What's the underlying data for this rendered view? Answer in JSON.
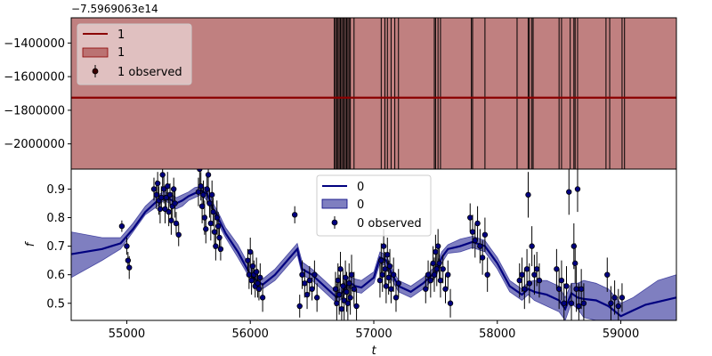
{
  "chart_data": [
    {
      "type": "line",
      "panel": "top",
      "offset_text": "−7.5969063e14",
      "ylim": [
        -2150000,
        -1250000
      ],
      "xlim": [
        54550,
        59450
      ],
      "yticks": [
        -2000000,
        -1800000,
        -1600000,
        -1400000
      ],
      "ytick_labels": [
        "−2000000",
        "−1800000",
        "−1600000",
        "−1400000"
      ],
      "line_value": -1725000,
      "line_color": "#8b0000",
      "band_color": "#c08080",
      "legend": {
        "placement": "upper-left",
        "entries": [
          {
            "label": "1",
            "kind": "line"
          },
          {
            "label": "1",
            "kind": "band"
          },
          {
            "label": "1 observed",
            "kind": "errorbar"
          }
        ]
      },
      "observed_t": [
        56680,
        56690,
        56700,
        56710,
        56720,
        56730,
        56740,
        56750,
        56760,
        56770,
        56780,
        56790,
        56800,
        56810,
        56840,
        57060,
        57090,
        57110,
        57140,
        57170,
        57200,
        57490,
        57500,
        57520,
        57540,
        57790,
        57800,
        57900,
        58160,
        58250,
        58260,
        58280,
        58290,
        58500,
        58520,
        58590,
        58620,
        58630,
        58650,
        58880,
        58910,
        59010,
        59030
      ]
    },
    {
      "type": "line",
      "panel": "bottom",
      "xlabel": "t",
      "ylabel": "f",
      "xlim": [
        54550,
        59450
      ],
      "ylim": [
        0.44,
        0.97
      ],
      "xticks": [
        55000,
        56000,
        57000,
        58000,
        59000
      ],
      "xtick_labels": [
        "55000",
        "56000",
        "57000",
        "58000",
        "59000"
      ],
      "yticks": [
        0.5,
        0.6,
        0.7,
        0.8,
        0.9
      ],
      "ytick_labels": [
        "0.5",
        "0.6",
        "0.7",
        "0.8",
        "0.9"
      ],
      "line_color": "#00007f",
      "band_color": "#7f7fc0",
      "legend": {
        "placement": "upper-center",
        "entries": [
          {
            "label": "0",
            "kind": "line"
          },
          {
            "label": "0",
            "kind": "band"
          },
          {
            "label": "0 observed",
            "kind": "errorbar"
          }
        ]
      },
      "mean": {
        "t": [
          54550,
          54800,
          54950,
          55050,
          55150,
          55250,
          55300,
          55350,
          55400,
          55450,
          55500,
          55550,
          55600,
          55650,
          55700,
          55750,
          55800,
          55900,
          56000,
          56050,
          56100,
          56200,
          56300,
          56380,
          56420,
          56500,
          56600,
          56700,
          56750,
          56800,
          56850,
          56900,
          57000,
          57050,
          57100,
          57150,
          57200,
          57300,
          57400,
          57500,
          57550,
          57600,
          57700,
          57800,
          57900,
          57950,
          58000,
          58100,
          58200,
          58250,
          58300,
          58400,
          58500,
          58550,
          58600,
          58650,
          58700,
          58800,
          58900,
          59000,
          59100,
          59200,
          59300,
          59450
        ],
        "f": [
          0.672,
          0.69,
          0.71,
          0.76,
          0.82,
          0.86,
          0.875,
          0.865,
          0.85,
          0.86,
          0.875,
          0.885,
          0.895,
          0.885,
          0.83,
          0.79,
          0.745,
          0.68,
          0.6,
          0.58,
          0.565,
          0.6,
          0.65,
          0.69,
          0.62,
          0.6,
          0.56,
          0.52,
          0.54,
          0.575,
          0.56,
          0.555,
          0.59,
          0.66,
          0.65,
          0.6,
          0.56,
          0.54,
          0.57,
          0.61,
          0.66,
          0.69,
          0.7,
          0.715,
          0.7,
          0.67,
          0.64,
          0.56,
          0.53,
          0.55,
          0.54,
          0.53,
          0.51,
          0.48,
          0.535,
          0.52,
          0.515,
          0.51,
          0.49,
          0.455,
          0.475,
          0.495,
          0.505,
          0.52
        ]
      },
      "band": {
        "lower": [
          0.59,
          0.65,
          0.69,
          0.75,
          0.81,
          0.84,
          0.86,
          0.85,
          0.83,
          0.84,
          0.86,
          0.87,
          0.88,
          0.86,
          0.82,
          0.77,
          0.73,
          0.66,
          0.585,
          0.565,
          0.55,
          0.58,
          0.63,
          0.67,
          0.6,
          0.58,
          0.54,
          0.5,
          0.52,
          0.555,
          0.54,
          0.535,
          0.57,
          0.64,
          0.63,
          0.58,
          0.54,
          0.52,
          0.55,
          0.59,
          0.64,
          0.675,
          0.68,
          0.695,
          0.68,
          0.65,
          0.62,
          0.54,
          0.51,
          0.53,
          0.51,
          0.49,
          0.47,
          0.44,
          0.5,
          0.48,
          0.45,
          0.44,
          0.44,
          0.42,
          0.41,
          0.42,
          0.43,
          0.44
        ],
        "upper": [
          0.75,
          0.73,
          0.73,
          0.78,
          0.84,
          0.88,
          0.89,
          0.885,
          0.87,
          0.88,
          0.89,
          0.905,
          0.91,
          0.905,
          0.85,
          0.81,
          0.765,
          0.705,
          0.625,
          0.6,
          0.585,
          0.62,
          0.67,
          0.71,
          0.645,
          0.62,
          0.58,
          0.54,
          0.56,
          0.595,
          0.585,
          0.58,
          0.61,
          0.68,
          0.67,
          0.62,
          0.58,
          0.56,
          0.59,
          0.63,
          0.68,
          0.705,
          0.725,
          0.735,
          0.72,
          0.69,
          0.66,
          0.58,
          0.55,
          0.575,
          0.58,
          0.58,
          0.56,
          0.52,
          0.57,
          0.57,
          0.58,
          0.57,
          0.55,
          0.5,
          0.52,
          0.55,
          0.58,
          0.6
        ]
      },
      "observed": [
        [
          54960,
          0.77,
          0.02
        ],
        [
          55000,
          0.7,
          0.03
        ],
        [
          55010,
          0.65,
          0.03
        ],
        [
          55020,
          0.625,
          0.04
        ],
        [
          55220,
          0.9,
          0.04
        ],
        [
          55240,
          0.88,
          0.05
        ],
        [
          55250,
          0.92,
          0.04
        ],
        [
          55260,
          0.86,
          0.05
        ],
        [
          55270,
          0.83,
          0.05
        ],
        [
          55280,
          0.87,
          0.04
        ],
        [
          55290,
          0.95,
          0.05
        ],
        [
          55300,
          0.9,
          0.05
        ],
        [
          55310,
          0.83,
          0.05
        ],
        [
          55320,
          0.87,
          0.04
        ],
        [
          55330,
          0.91,
          0.05
        ],
        [
          55340,
          0.82,
          0.05
        ],
        [
          55350,
          0.88,
          0.04
        ],
        [
          55360,
          0.79,
          0.05
        ],
        [
          55370,
          0.84,
          0.05
        ],
        [
          55380,
          0.9,
          0.04
        ],
        [
          55390,
          0.85,
          0.05
        ],
        [
          55400,
          0.78,
          0.04
        ],
        [
          55420,
          0.74,
          0.04
        ],
        [
          55580,
          0.89,
          0.05
        ],
        [
          55590,
          0.97,
          0.06
        ],
        [
          55600,
          0.91,
          0.05
        ],
        [
          55610,
          0.84,
          0.06
        ],
        [
          55620,
          0.88,
          0.05
        ],
        [
          55630,
          0.8,
          0.06
        ],
        [
          55640,
          0.76,
          0.05
        ],
        [
          55650,
          0.9,
          0.05
        ],
        [
          55660,
          0.95,
          0.06
        ],
        [
          55670,
          0.85,
          0.05
        ],
        [
          55680,
          0.78,
          0.06
        ],
        [
          55690,
          0.88,
          0.05
        ],
        [
          55700,
          0.82,
          0.05
        ],
        [
          55710,
          0.75,
          0.06
        ],
        [
          55720,
          0.7,
          0.05
        ],
        [
          55730,
          0.8,
          0.06
        ],
        [
          55740,
          0.77,
          0.05
        ],
        [
          55750,
          0.73,
          0.05
        ],
        [
          55760,
          0.69,
          0.04
        ],
        [
          55980,
          0.65,
          0.04
        ],
        [
          55990,
          0.6,
          0.05
        ],
        [
          56000,
          0.68,
          0.05
        ],
        [
          56010,
          0.58,
          0.05
        ],
        [
          56020,
          0.63,
          0.05
        ],
        [
          56030,
          0.6,
          0.05
        ],
        [
          56040,
          0.56,
          0.04
        ],
        [
          56050,
          0.61,
          0.05
        ],
        [
          56060,
          0.57,
          0.05
        ],
        [
          56070,
          0.55,
          0.04
        ],
        [
          56080,
          0.59,
          0.05
        ],
        [
          56100,
          0.52,
          0.05
        ],
        [
          56360,
          0.81,
          0.03
        ],
        [
          56400,
          0.49,
          0.04
        ],
        [
          56420,
          0.6,
          0.05
        ],
        [
          56440,
          0.57,
          0.05
        ],
        [
          56460,
          0.53,
          0.05
        ],
        [
          56480,
          0.58,
          0.05
        ],
        [
          56500,
          0.55,
          0.04
        ],
        [
          56520,
          0.6,
          0.05
        ],
        [
          56540,
          0.52,
          0.05
        ],
        [
          56690,
          0.55,
          0.06
        ],
        [
          56700,
          0.5,
          0.07
        ],
        [
          56710,
          0.58,
          0.06
        ],
        [
          56720,
          0.53,
          0.07
        ],
        [
          56730,
          0.62,
          0.06
        ],
        [
          56740,
          0.48,
          0.07
        ],
        [
          56750,
          0.56,
          0.06
        ],
        [
          56760,
          0.51,
          0.07
        ],
        [
          56770,
          0.59,
          0.06
        ],
        [
          56780,
          0.54,
          0.07
        ],
        [
          56790,
          0.5,
          0.06
        ],
        [
          56800,
          0.57,
          0.07
        ],
        [
          56810,
          0.52,
          0.06
        ],
        [
          56820,
          0.6,
          0.07
        ],
        [
          56840,
          0.55,
          0.06
        ],
        [
          56860,
          0.49,
          0.06
        ],
        [
          57050,
          0.58,
          0.06
        ],
        [
          57060,
          0.65,
          0.06
        ],
        [
          57070,
          0.6,
          0.06
        ],
        [
          57080,
          0.7,
          0.06
        ],
        [
          57090,
          0.62,
          0.06
        ],
        [
          57100,
          0.56,
          0.06
        ],
        [
          57110,
          0.67,
          0.06
        ],
        [
          57120,
          0.59,
          0.06
        ],
        [
          57130,
          0.63,
          0.06
        ],
        [
          57140,
          0.55,
          0.05
        ],
        [
          57160,
          0.6,
          0.06
        ],
        [
          57180,
          0.52,
          0.05
        ],
        [
          57200,
          0.57,
          0.05
        ],
        [
          57420,
          0.55,
          0.05
        ],
        [
          57440,
          0.6,
          0.05
        ],
        [
          57460,
          0.58,
          0.06
        ],
        [
          57480,
          0.64,
          0.06
        ],
        [
          57490,
          0.6,
          0.06
        ],
        [
          57500,
          0.68,
          0.06
        ],
        [
          57510,
          0.62,
          0.06
        ],
        [
          57520,
          0.7,
          0.06
        ],
        [
          57530,
          0.64,
          0.06
        ],
        [
          57540,
          0.58,
          0.06
        ],
        [
          57560,
          0.62,
          0.05
        ],
        [
          57580,
          0.55,
          0.05
        ],
        [
          57600,
          0.6,
          0.05
        ],
        [
          57620,
          0.5,
          0.05
        ],
        [
          57780,
          0.8,
          0.05
        ],
        [
          57800,
          0.75,
          0.06
        ],
        [
          57820,
          0.72,
          0.06
        ],
        [
          57840,
          0.78,
          0.06
        ],
        [
          57860,
          0.7,
          0.06
        ],
        [
          57880,
          0.66,
          0.06
        ],
        [
          57900,
          0.74,
          0.06
        ],
        [
          57920,
          0.6,
          0.06
        ],
        [
          58180,
          0.58,
          0.06
        ],
        [
          58200,
          0.6,
          0.06
        ],
        [
          58220,
          0.55,
          0.07
        ],
        [
          58240,
          0.62,
          0.07
        ],
        [
          58250,
          0.88,
          0.08
        ],
        [
          58260,
          0.57,
          0.07
        ],
        [
          58280,
          0.7,
          0.07
        ],
        [
          58300,
          0.6,
          0.07
        ],
        [
          58320,
          0.62,
          0.06
        ],
        [
          58340,
          0.58,
          0.06
        ],
        [
          58480,
          0.62,
          0.07
        ],
        [
          58500,
          0.55,
          0.07
        ],
        [
          58520,
          0.58,
          0.07
        ],
        [
          58540,
          0.5,
          0.07
        ],
        [
          58560,
          0.56,
          0.07
        ],
        [
          58580,
          0.89,
          0.08
        ],
        [
          58600,
          0.5,
          0.07
        ],
        [
          58620,
          0.7,
          0.08
        ],
        [
          58630,
          0.64,
          0.07
        ],
        [
          58640,
          0.55,
          0.08
        ],
        [
          58650,
          0.9,
          0.08
        ],
        [
          58660,
          0.49,
          0.08
        ],
        [
          58680,
          0.55,
          0.07
        ],
        [
          58700,
          0.5,
          0.07
        ],
        [
          58890,
          0.6,
          0.06
        ],
        [
          58920,
          0.5,
          0.06
        ],
        [
          58950,
          0.52,
          0.06
        ],
        [
          58980,
          0.49,
          0.06
        ],
        [
          59010,
          0.52,
          0.05
        ]
      ]
    }
  ]
}
